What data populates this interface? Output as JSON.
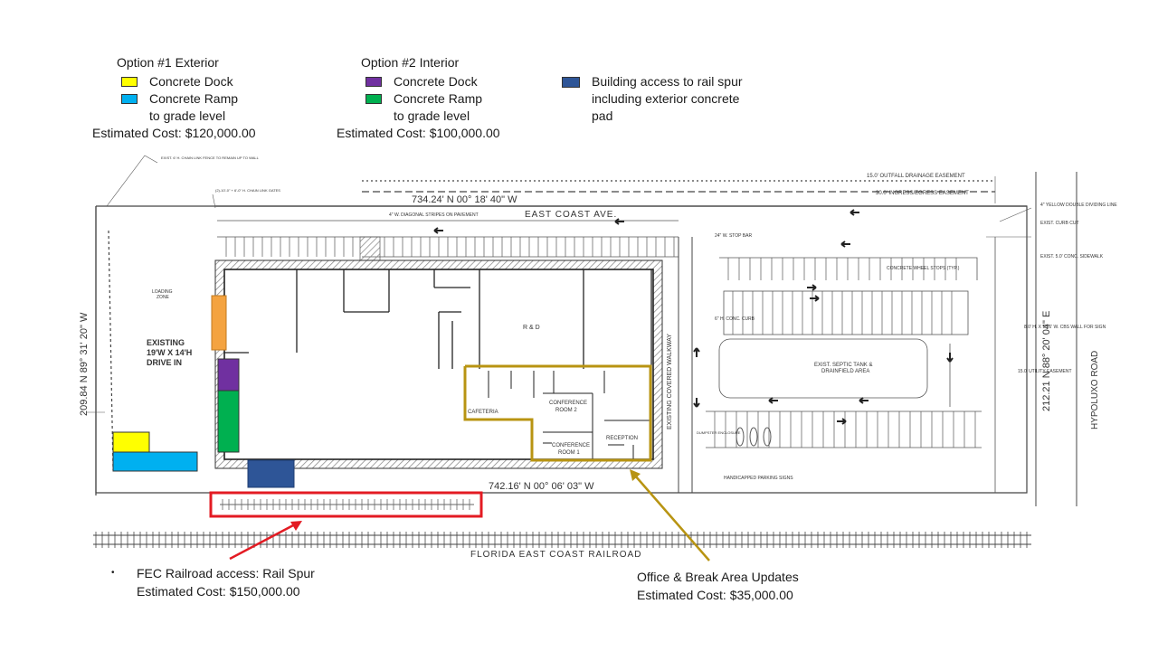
{
  "legend": {
    "option1": {
      "title": "Option #1 Exterior",
      "items": [
        {
          "label": "Concrete Dock",
          "color": "#ffff00"
        },
        {
          "label": "Concrete Ramp",
          "label2": "to grade level",
          "color": "#00b0f0"
        }
      ],
      "cost": "Estimated Cost: $120,000.00"
    },
    "option2": {
      "title": "Option #2 Interior",
      "items": [
        {
          "label": "Concrete Dock",
          "color": "#7030a0"
        },
        {
          "label": "Concrete Ramp",
          "label2": "to grade level",
          "color": "#00b050"
        }
      ],
      "cost": "Estimated Cost: $100,000.00"
    },
    "rail_access": {
      "lines": [
        "Building access to rail spur",
        "including exterior concrete",
        "pad"
      ],
      "color": "#2e5597"
    }
  },
  "plan": {
    "street": "EAST COAST AVE.",
    "railroad": "FLORIDA EAST COAST RAILROAD",
    "road": "HYPOLUXO ROAD",
    "bearing_top": "734.24'  N 00° 18' 40\" W",
    "bearing_bottom": "742.16'  N 00° 06' 03\" W",
    "bearing_left": "209.84  N 89° 31' 20\" W",
    "bearing_right": "212.21  N 88° 20' 04\" E",
    "rooms": {
      "rd": "R & D",
      "cafeteria": "CAFETERIA",
      "conf2_a": "CONFERENCE",
      "conf2_b": "ROOM 2",
      "conf1_a": "CONFERENCE",
      "conf1_b": "ROOM 1",
      "reception": "RECEPTION",
      "loading_a": "LOADING",
      "loading_b": "ZONE",
      "walkway": "EXISTING COVERED WALKWAY",
      "septic_a": "EXIST. SEPTIC TANK &",
      "septic_b": "DRAINFIELD AREA"
    },
    "drive_in": [
      "EXISTING",
      "19'W X 14'H",
      "DRIVE IN"
    ],
    "notes": {
      "outfall": "15.0' OUTFALL DRAINAGE EASEMENT",
      "ingress": "30.0' INGRESS/EGRESS EASEMENT",
      "diag": "4\" W. DIAGONAL STRIPES ON PAVEMENT",
      "chainlink": "EXIST. 6' H. CHAIN LINK FENCE TO REMAIN UP TO WALL",
      "gates": "(2)-10'-0\" + 6'-0\" H. CHAIN LINK GATES",
      "wheelstops": "CONCRETE WHEEL STOPS (TYP.)",
      "stopbar": "24\" W. STOP BAR",
      "curb": "6\" H. CONC. CURB",
      "handicap": "HANDICAPPED PARKING SIGNS",
      "sidewalk": "EXIST. 5.0' CONC. SIDEWALK",
      "curbcut": "EXIST. CURB CUT",
      "yellow": "4\" YELLOW DOUBLE DIVIDING LINE",
      "utility": "15.0' UTILITY EASEMENT",
      "cbs": "8.0' H. X 15.6' W. CBS WALL FOR SIGN",
      "dumpster": "DUMPSTER ENCLOSURE"
    }
  },
  "callouts": {
    "rail": {
      "bullet": "•",
      "line1": "FEC Railroad access: Rail Spur",
      "line2": "Estimated Cost: $150,000.00",
      "color": "#e31b23"
    },
    "office": {
      "line1": "Office & Break Area Updates",
      "line2": "Estimated Cost: $35,000.00",
      "color": "#b89412"
    }
  }
}
